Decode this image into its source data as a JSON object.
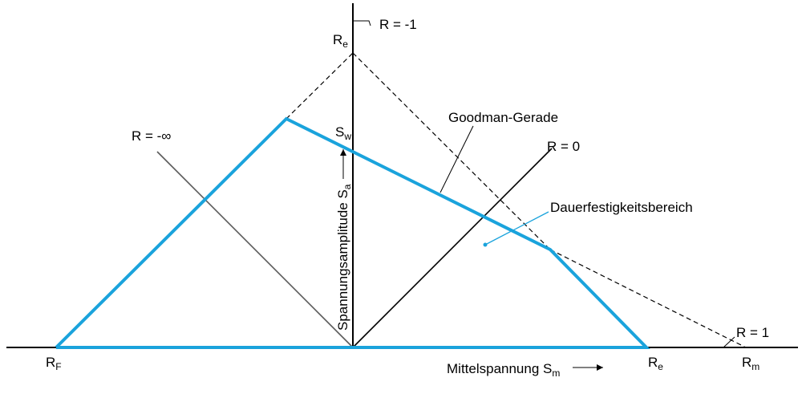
{
  "colors": {
    "region": "#1aa3dc",
    "line": "#000000",
    "grey_ray": "#5a5a5a"
  },
  "labels": {
    "r_minus_1": "R = -1",
    "re_top_main": "R",
    "re_top_sub": "e",
    "sw_main": "S",
    "sw_sub": "w",
    "r_minus_inf": "R = -∞",
    "goodman": "Goodman-Gerade",
    "r_zero": "R = 0",
    "dauer": "Dauerfestigkeitsbereich",
    "r_one": "R = 1",
    "rf_main": "R",
    "rf_sub": "F",
    "re_right_main": "R",
    "re_right_sub": "e",
    "rm_main": "R",
    "rm_sub": "m",
    "x_axis_main": "Mittelspannung S",
    "x_axis_sub": "m",
    "y_axis_main": "Spannungsamplitude S",
    "y_axis_sub": "a"
  }
}
